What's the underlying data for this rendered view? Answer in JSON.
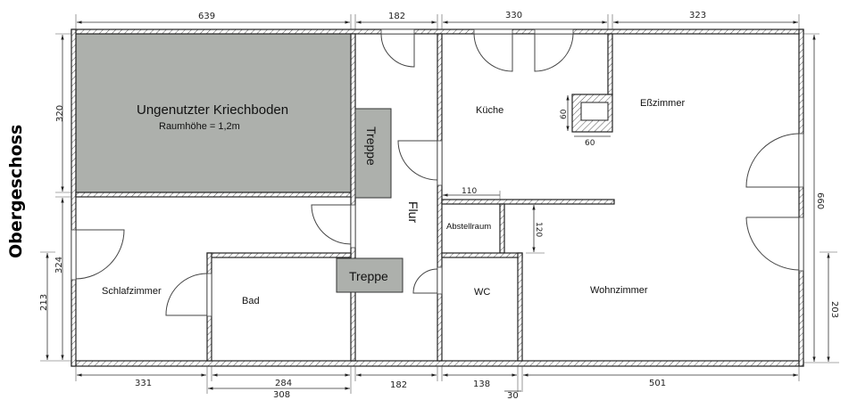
{
  "title": "Obergeschoss",
  "rooms": {
    "kriechboden": "Ungenutzter Kriechboden",
    "kriechboden_note": "Raumhöhe = 1,2m",
    "treppe_upper": "Treppe",
    "treppe_lower": "Treppe",
    "flur": "Flur",
    "kueche": "Küche",
    "esszimmer": "Eßzimmer",
    "abstellraum": "Abstellraum",
    "wc": "WC",
    "wohnzimmer": "Wohnzimmer",
    "schlafzimmer": "Schlafzimmer",
    "bad": "Bad"
  },
  "dimensions": {
    "top": [
      "639",
      "182",
      "330",
      "323"
    ],
    "bottom_row1": [
      "331",
      "284",
      "182",
      "138",
      "501"
    ],
    "bottom_row2": [
      "308",
      "30"
    ],
    "left": [
      "320",
      "324",
      "213"
    ],
    "right": [
      "660",
      "203"
    ],
    "chimney_h": "60",
    "chimney_w": "60",
    "abstell_w": "110",
    "abstell_h": "120"
  },
  "colors": {
    "wall_stroke": "#222222",
    "unused_fill": "#adb0ac",
    "background": "#ffffff"
  }
}
